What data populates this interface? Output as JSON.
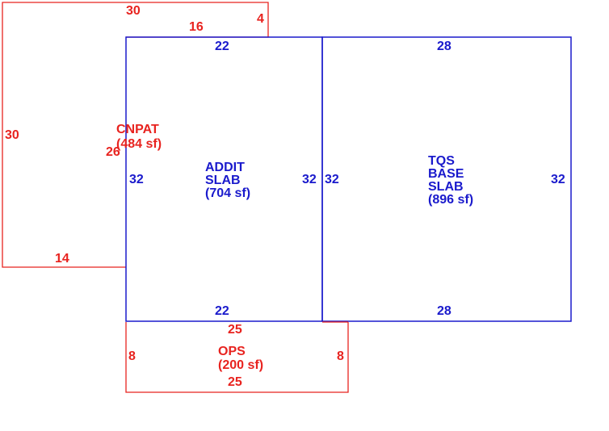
{
  "colors": {
    "patio": "#e8231f",
    "slab": "#1a1acc",
    "background": "#ffffff"
  },
  "areas": {
    "cnpat": {
      "name": "CNPAT",
      "size": "(484 sf)"
    },
    "addit": {
      "line1": "ADDIT",
      "line2": "SLAB",
      "size": "(704 sf)"
    },
    "tqs": {
      "line1": "TQS",
      "line2": "BASE",
      "line3": "SLAB",
      "size": "(896 sf)"
    },
    "ops": {
      "name": "OPS",
      "size": "(200 sf)"
    }
  },
  "dimensions": {
    "cnpat": {
      "top": "30",
      "top_inner": "16",
      "top_right": "4",
      "left": "30",
      "right": "26",
      "bottom": "14"
    },
    "addit": {
      "top": "22",
      "bottom": "22",
      "left": "32",
      "right": "32"
    },
    "tqs": {
      "top": "28",
      "bottom": "28",
      "left": "32",
      "right": "32"
    },
    "ops": {
      "top": "25",
      "bottom": "25",
      "left": "8",
      "right": "8"
    }
  }
}
